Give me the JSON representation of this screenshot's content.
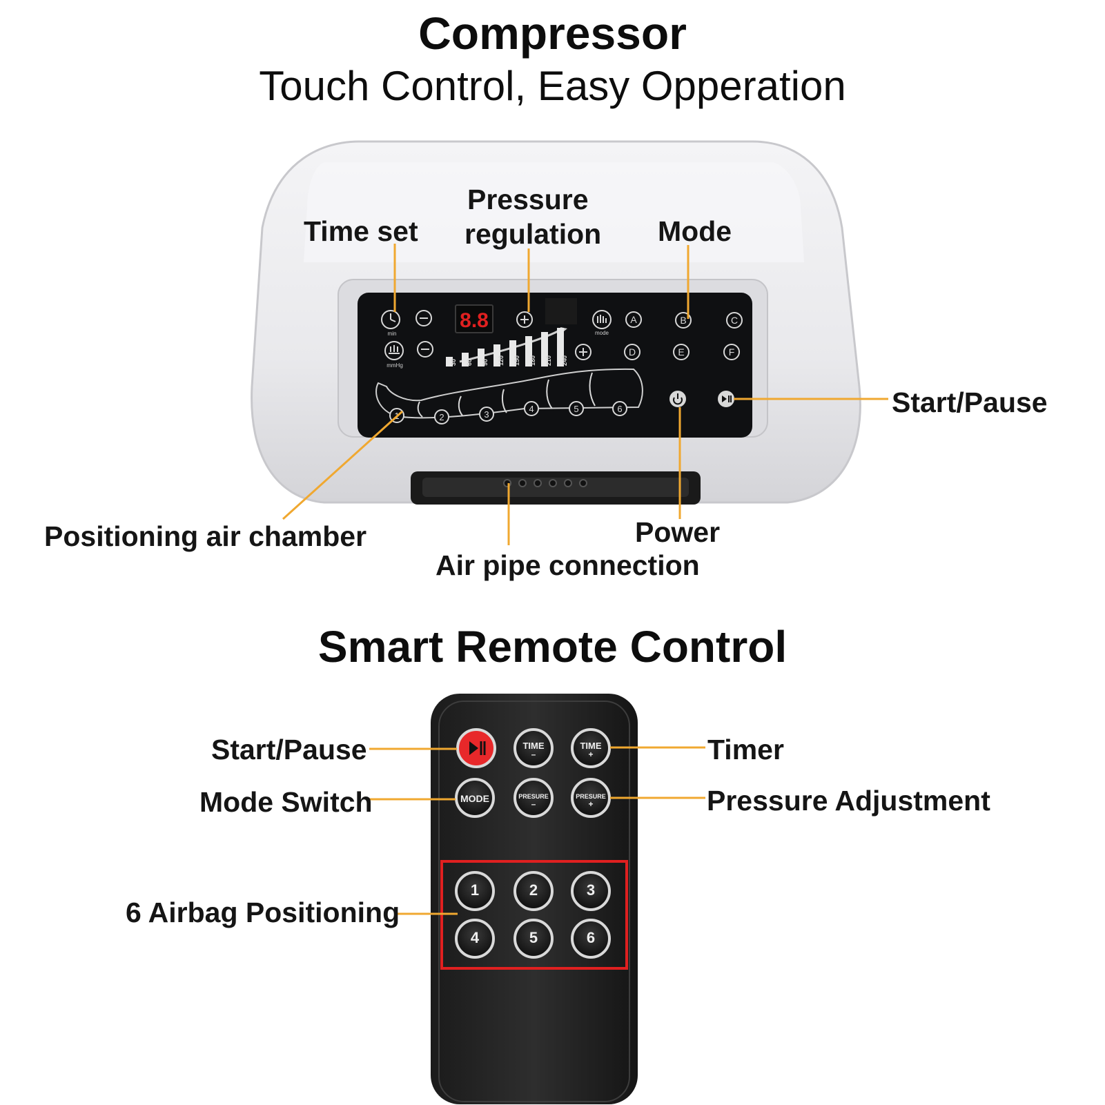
{
  "titles": {
    "compressor": "Compressor",
    "compressor_subtitle": "Touch Control, Easy Opperation",
    "remote": "Smart Remote Control"
  },
  "compressor_labels": {
    "time_set": "Time set",
    "pressure_regulation_line1": "Pressure",
    "pressure_regulation_line2": "regulation",
    "mode": "Mode",
    "start_pause": "Start/Pause",
    "positioning_air_chamber": "Positioning air chamber",
    "power": "Power",
    "air_pipe_connection": "Air pipe connection"
  },
  "remote_labels": {
    "start_pause": "Start/Pause",
    "mode_switch": "Mode Switch",
    "timer": "Timer",
    "pressure_adjustment": "Pressure Adjustment",
    "airbag_positioning": "6 Airbag Positioning"
  },
  "panel": {
    "display": "8.8",
    "min_unit": "min",
    "mmhg_unit": "mmHg",
    "mode_caption": "mode",
    "mode_letters": [
      "A",
      "B",
      "C",
      "D",
      "E",
      "F"
    ],
    "pressure_scale": [
      "30",
      "60",
      "90",
      "120",
      "150",
      "180",
      "210",
      "240"
    ],
    "chambers": [
      "1",
      "2",
      "3",
      "4",
      "5",
      "6"
    ]
  },
  "remote_buttons": {
    "time_minus": [
      "TIME",
      "–"
    ],
    "time_plus": [
      "TIME",
      "+"
    ],
    "mode": "MODE",
    "pressure_minus": [
      "PRESURE",
      "–"
    ],
    "pressure_plus": [
      "PRESURE",
      "+"
    ],
    "airbags": [
      "1",
      "2",
      "3",
      "4",
      "5",
      "6"
    ]
  },
  "colors": {
    "leader": "#f0a830",
    "panel": "#111111",
    "highlight_box": "#e02020",
    "start_button": "#e8282a"
  }
}
